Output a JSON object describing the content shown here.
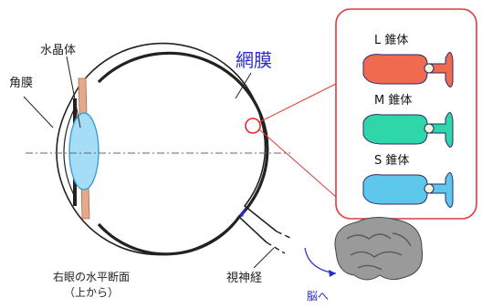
{
  "labels": {
    "lens": "水晶体",
    "cornea": "角膜",
    "retina": "網膜",
    "optic_nerve": "視神経",
    "to_brain": "脳へ",
    "caption_line1": "右眼の水平断面",
    "caption_line2": "（上から）"
  },
  "cones": [
    {
      "label": "L 錐体",
      "color": "#f06a50"
    },
    {
      "label": "M 錐体",
      "color": "#2fd6a8"
    },
    {
      "label": "S 錐体",
      "color": "#5ec8ec"
    }
  ],
  "colors": {
    "panel_border": "#e03a3a",
    "highlight_circle": "#e02a2a",
    "lens_fill": "#a5dcf6",
    "lens_stroke": "#3aa0d8",
    "ciliary": "#e2aa8a",
    "accent_text": "#2a2ad0"
  }
}
